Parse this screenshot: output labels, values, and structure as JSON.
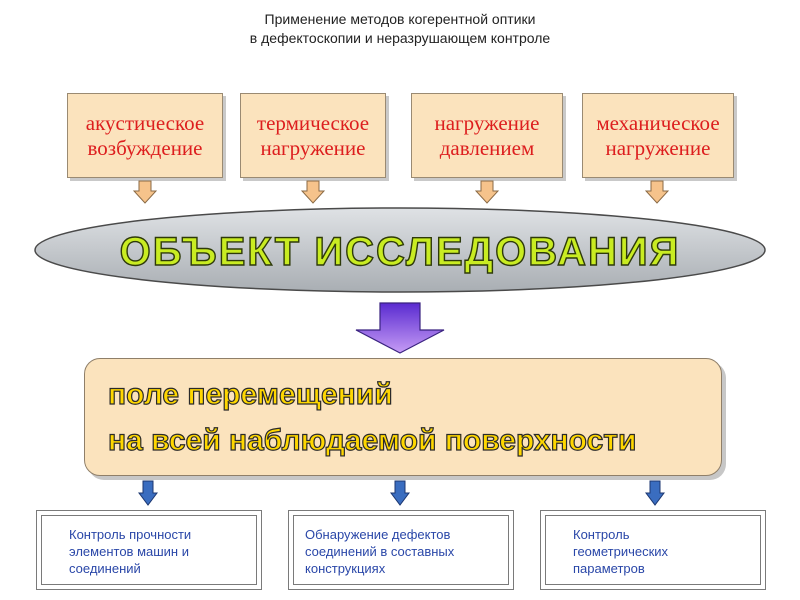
{
  "title": {
    "line1": "Применение методов когерентной оптики",
    "line2": "в дефектоскопии и неразрушающем контроле"
  },
  "sources": [
    {
      "line1": "акустическое",
      "line2": "возбуждение"
    },
    {
      "line1": "термическое",
      "line2": "нагружение"
    },
    {
      "line1": "нагружение",
      "line2": "давлением"
    },
    {
      "line1": "механическое",
      "line2": "нагружение"
    }
  ],
  "object": {
    "label": "ОБЪЕКТ ИССЛЕДОВАНИЯ"
  },
  "result": {
    "line1": "поле перемещений",
    "line2": "на всей наблюдаемой поверхности"
  },
  "applications": [
    {
      "line1": "Контроль прочности",
      "line2": "элементов машин и",
      "line3": "соединений"
    },
    {
      "line1": "Обнаружение дефектов",
      "line2": "соединений в составных",
      "line3": "конструкциях"
    },
    {
      "line1": "Контроль",
      "line2": "геометрических",
      "line3": "параметров"
    }
  ],
  "colors": {
    "box_fill": "#fbe3bd",
    "source_text": "#dd1e1e",
    "ellipse_fill": "#b5b9bd",
    "object_text_fill": "#c9ec22",
    "result_text_fill": "#ffd700",
    "applications_text": "#2a47a8",
    "orange_arrow": "#f6c38b",
    "purple_arrow": "#8a4be0",
    "blue_arrow": "#3a6dc0"
  }
}
